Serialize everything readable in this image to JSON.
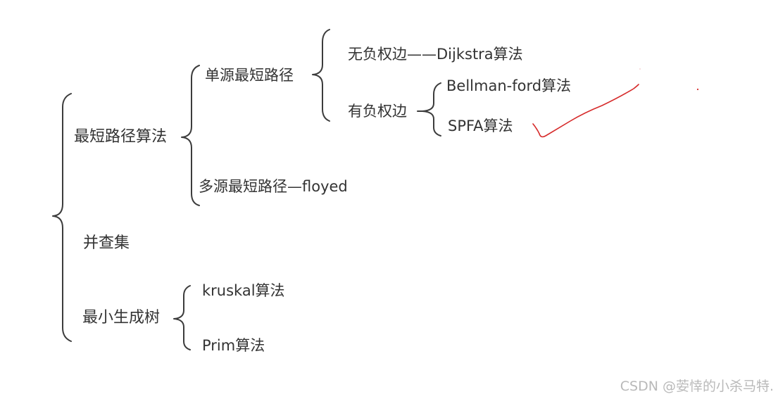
{
  "tree": {
    "shortest_path": {
      "label": "最短路径算法",
      "single_source": {
        "label": "单源最短路径",
        "no_negative": "无负权边——Dijkstra算法",
        "has_negative": {
          "label": "有负权边",
          "bellman_ford": "Bellman-ford算法",
          "spfa": "SPFA算法"
        }
      },
      "multi_source": "多源最短路径—floyed"
    },
    "union_find": "并查集",
    "mst": {
      "label": "最小生成树",
      "kruskal": "kruskal算法",
      "prim": "Prim算法"
    }
  },
  "watermark": "CSDN @荌悻的小杀马特.",
  "colors": {
    "text": "#333333",
    "brace": "#3c3c3c",
    "annotation": "#d62a2a",
    "watermark": "#b9b9b9"
  }
}
